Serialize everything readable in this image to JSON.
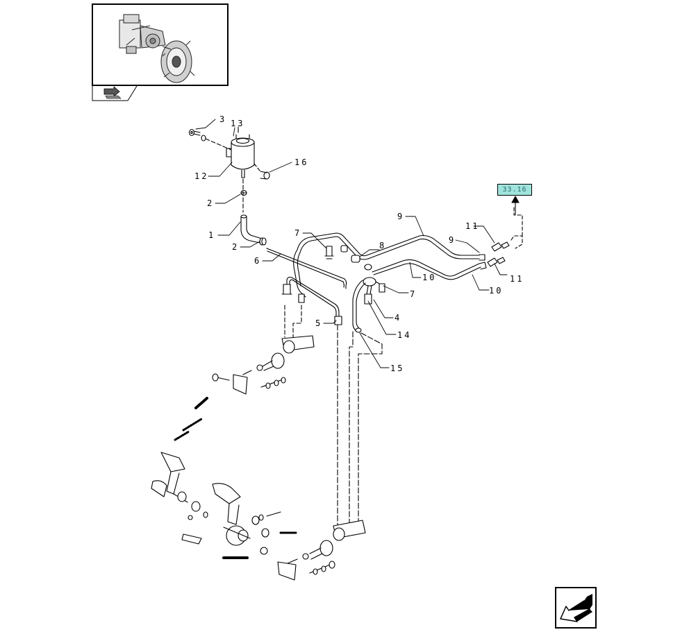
{
  "reference_box": {
    "label": "33.16"
  },
  "callouts": [
    {
      "id": "c3",
      "text": "3"
    },
    {
      "id": "c13",
      "text": "13"
    },
    {
      "id": "c16",
      "text": "16"
    },
    {
      "id": "c12",
      "text": "12"
    },
    {
      "id": "c2a",
      "text": "2"
    },
    {
      "id": "c1",
      "text": "1"
    },
    {
      "id": "c2b",
      "text": "2"
    },
    {
      "id": "c6",
      "text": "6"
    },
    {
      "id": "c7a",
      "text": "7"
    },
    {
      "id": "c8",
      "text": "8"
    },
    {
      "id": "c9a",
      "text": "9"
    },
    {
      "id": "c9b",
      "text": "9"
    },
    {
      "id": "c11a",
      "text": "11"
    },
    {
      "id": "c11b",
      "text": "11"
    },
    {
      "id": "c10a",
      "text": "10"
    },
    {
      "id": "c10b",
      "text": "10"
    },
    {
      "id": "c7b",
      "text": "7"
    },
    {
      "id": "c4",
      "text": "4"
    },
    {
      "id": "c5",
      "text": "5"
    },
    {
      "id": "c14",
      "text": "14"
    },
    {
      "id": "c15",
      "text": "15"
    }
  ],
  "icons": {
    "thumbnail": "tractor-axle-thumbnail-icon",
    "tab": "tab-arrow-icon",
    "nav": "previous-page-arrow-icon"
  }
}
